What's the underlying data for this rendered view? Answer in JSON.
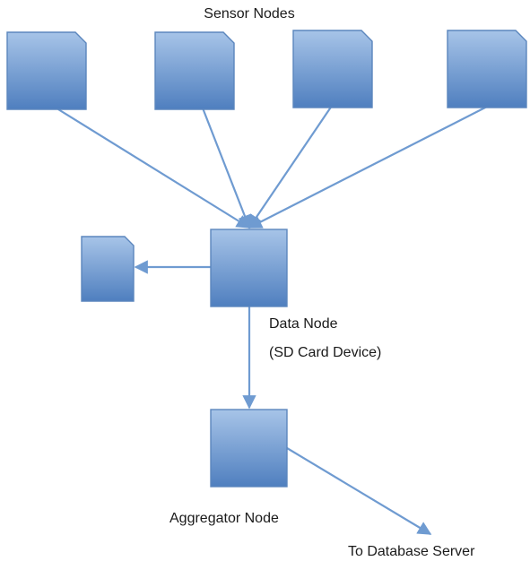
{
  "diagram": {
    "title": "Sensor Nodes",
    "data_node_label_line1": "Data Node",
    "data_node_label_line2": "(SD Card Device)",
    "aggregator_label": "Aggregator Node",
    "database_label": "To Database Server"
  },
  "colors": {
    "node_gradient_top": "#a7c4e8",
    "node_gradient_bottom": "#4f7fbf",
    "node_border": "#5b86bd",
    "edge": "#6f9bd1",
    "text": "#1a1a1a"
  }
}
